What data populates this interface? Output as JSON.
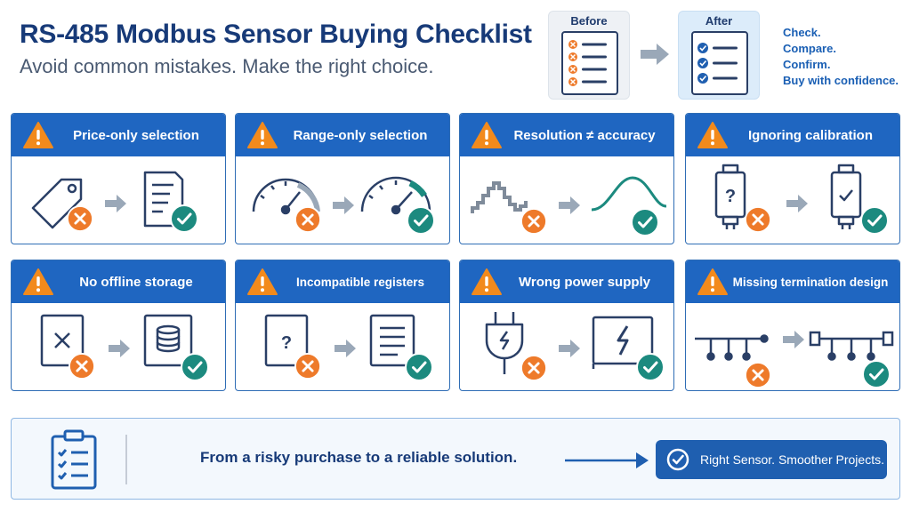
{
  "header": {
    "title": "RS-485 Modbus Sensor Buying Checklist",
    "subtitle": "Avoid common mistakes. Make the right choice."
  },
  "before_after": {
    "before_label": "Before",
    "after_label": "After"
  },
  "tagline": [
    "Check.",
    "Compare.",
    "Confirm.",
    "Buy with confidence."
  ],
  "cards": [
    {
      "label": "Price-only selection"
    },
    {
      "label": "Range-only selection"
    },
    {
      "label": "Resolution ≠ accuracy"
    },
    {
      "label": "Ignoring calibration"
    },
    {
      "label": "No offline storage"
    },
    {
      "label": "Incompatible registers"
    },
    {
      "label": "Wrong power supply"
    },
    {
      "label": "Missing termination design"
    }
  ],
  "footer": {
    "message": "From a risky purchase to a reliable solution.",
    "badge": "Right Sensor. Smoother Projects."
  },
  "colors": {
    "header_blue": "#1f66c1",
    "warning_orange": "#f28a1c",
    "error_orange": "#ee7a2a",
    "success_teal": "#1c8a7f",
    "outline_navy": "#2a3f66"
  }
}
